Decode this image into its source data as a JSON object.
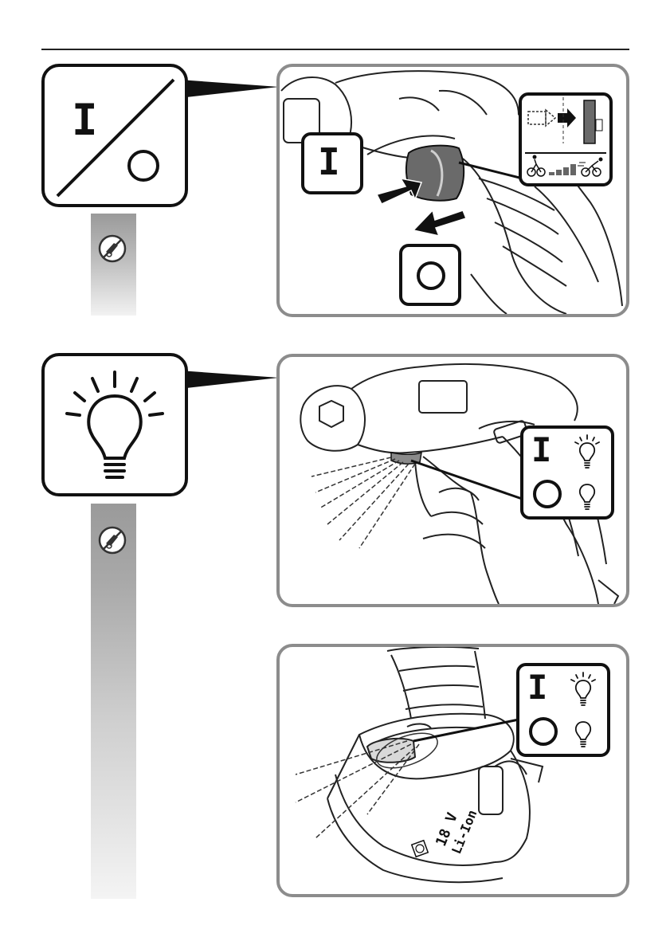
{
  "switch_section": {
    "symbol_on": "I",
    "symbol_off": "O",
    "callout_on": "I",
    "callout_off": "O"
  },
  "light_section": {
    "state_on": "I",
    "state_off": "O"
  },
  "battery_section": {
    "state_on": "I",
    "state_off": "O",
    "voltage_label": "18 V",
    "chemistry_label": "Li-Ion"
  },
  "icons": {
    "no_tool_icon": "no-tool-symbol",
    "bulb_icon": "light-bulb",
    "arrow_icon": "direction-arrow"
  },
  "colors": {
    "panel_border": "#8c8c8c",
    "gray_bar": "#a8a8a8"
  }
}
